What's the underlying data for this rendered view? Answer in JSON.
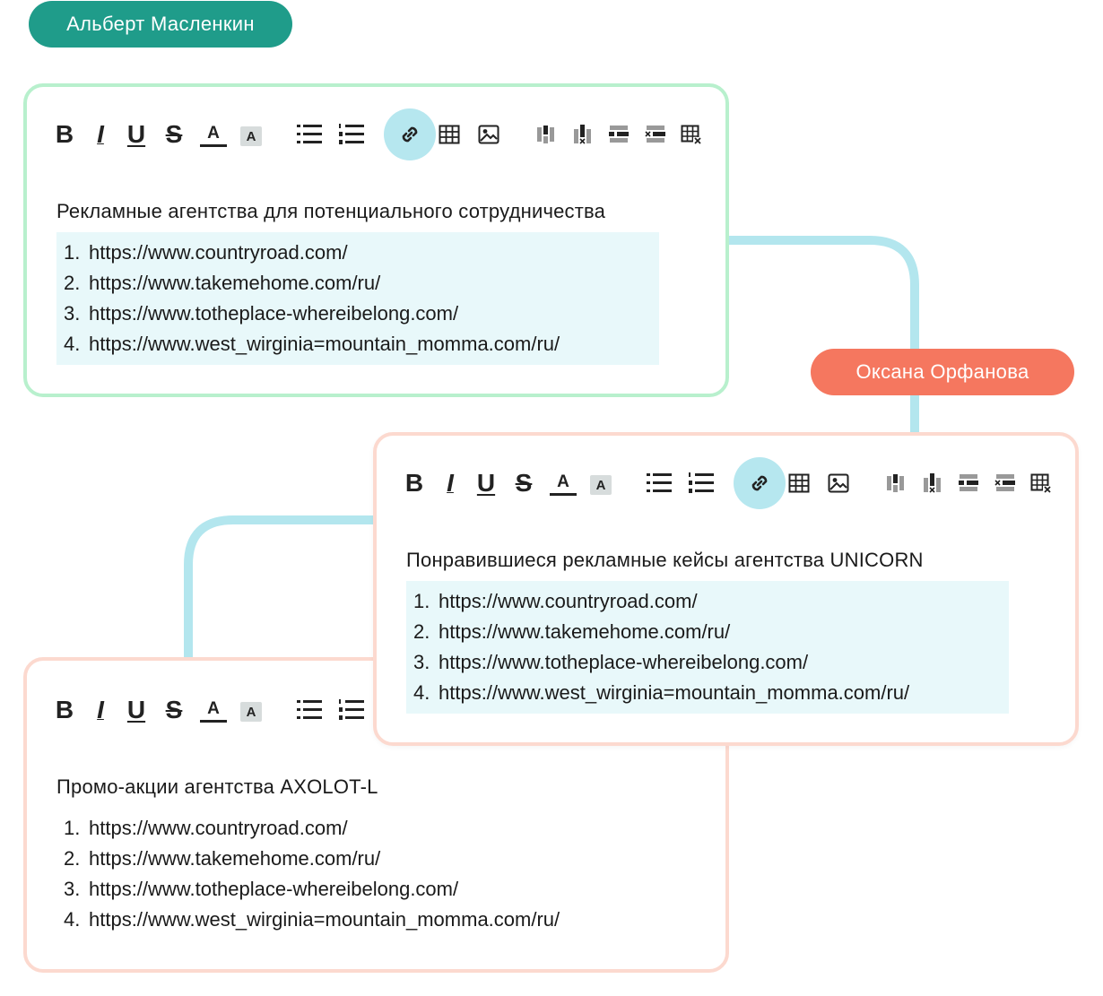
{
  "users": {
    "user1": "Альберт Масленкин",
    "user2": "Оксана Орфанова"
  },
  "toolbar": {
    "bold": "B",
    "italic": "I",
    "underline": "U",
    "strike": "S",
    "font_color": "A",
    "highlight": "A",
    "icons": [
      "bulleted-list-icon",
      "numbered-list-icon",
      "link-icon",
      "table-icon",
      "image-icon",
      "insert-column-left-icon",
      "delete-column-icon",
      "insert-row-icon",
      "delete-row-icon",
      "delete-table-icon"
    ]
  },
  "cards": [
    {
      "title": "Рекламные агентства для потенциального сотрудничества",
      "items": [
        "https://www.countryroad.com/",
        "https://www.takemehome.com/ru/",
        "https://www.totheplace-whereibelong.com/",
        "https://www.west_wirginia=mountain_momma.com/ru/"
      ]
    },
    {
      "title": "Понравившиеся рекламные кейсы агентства UNICORN",
      "items": [
        "https://www.countryroad.com/",
        "https://www.takemehome.com/ru/",
        "https://www.totheplace-whereibelong.com/",
        "https://www.west_wirginia=mountain_momma.com/ru/"
      ]
    },
    {
      "title": "Промо-акции агентства AXOLOT-L",
      "items": [
        "https://www.countryroad.com/",
        "https://www.takemehome.com/ru/",
        "https://www.totheplace-whereibelong.com/",
        "https://www.west_wirginia=mountain_momma.com/ru/"
      ]
    }
  ],
  "colors": {
    "user1_badge": "#1f9c8a",
    "user2_badge": "#f5775f",
    "card1_border": "#b8f0cd",
    "card_pink_border": "#fcd9cf",
    "connector": "#b3e6ee",
    "link_active": "#b6e7ef",
    "list_highlight": "#e8f8fa"
  }
}
